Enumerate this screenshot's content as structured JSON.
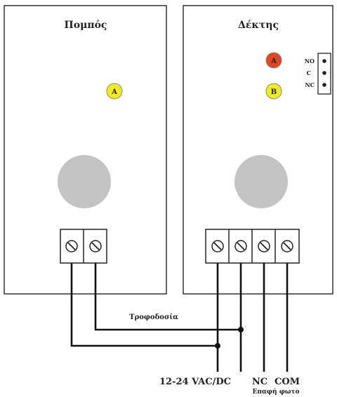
{
  "transmitter": {
    "title": "Πομπός",
    "led_a_label": "A"
  },
  "receiver": {
    "title": "Δέκτης",
    "led_a_label": "A",
    "led_b_label": "B",
    "relay_no_label": "NO",
    "relay_c_label": "C",
    "relay_nc_label": "NC"
  },
  "wiring": {
    "power_label": "Τροφοδοσία",
    "supply_label": "12-24 VAC/DC",
    "nc_label": "NC",
    "com_label": "COM",
    "contact_label": "Επαφή φωτο"
  },
  "colors": {
    "led_red": "#e0461f",
    "led_yellow": "#f2ec1a",
    "lens_gray": "#c4c4c4"
  }
}
